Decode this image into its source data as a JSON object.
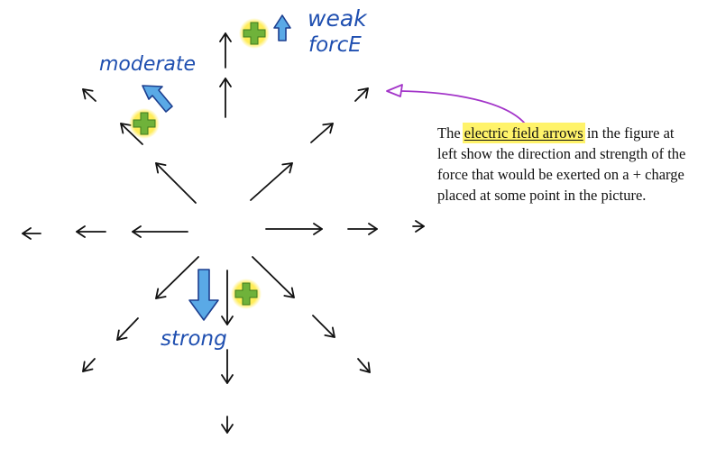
{
  "labels": {
    "weak": "weak",
    "force": "forcE",
    "moderate": "moderate",
    "strong": "strong"
  },
  "charges": {
    "symbol": "+",
    "fill": "#6fb23a",
    "glow": "#ffe93a"
  },
  "caption": {
    "pre": "The ",
    "highlight": "electric field arrows",
    "post": " in the figure at left show the direction and strength of the force that would be exerted on a + charge placed at some point in the picture."
  },
  "colors": {
    "ink": "#111111",
    "label_blue": "#1f4fb0",
    "force_arrow_fill": "#5aa9e6",
    "force_arrow_stroke": "#1d3f8f",
    "pointer_purple": "#a335c9",
    "highlight": "#fff36a"
  }
}
